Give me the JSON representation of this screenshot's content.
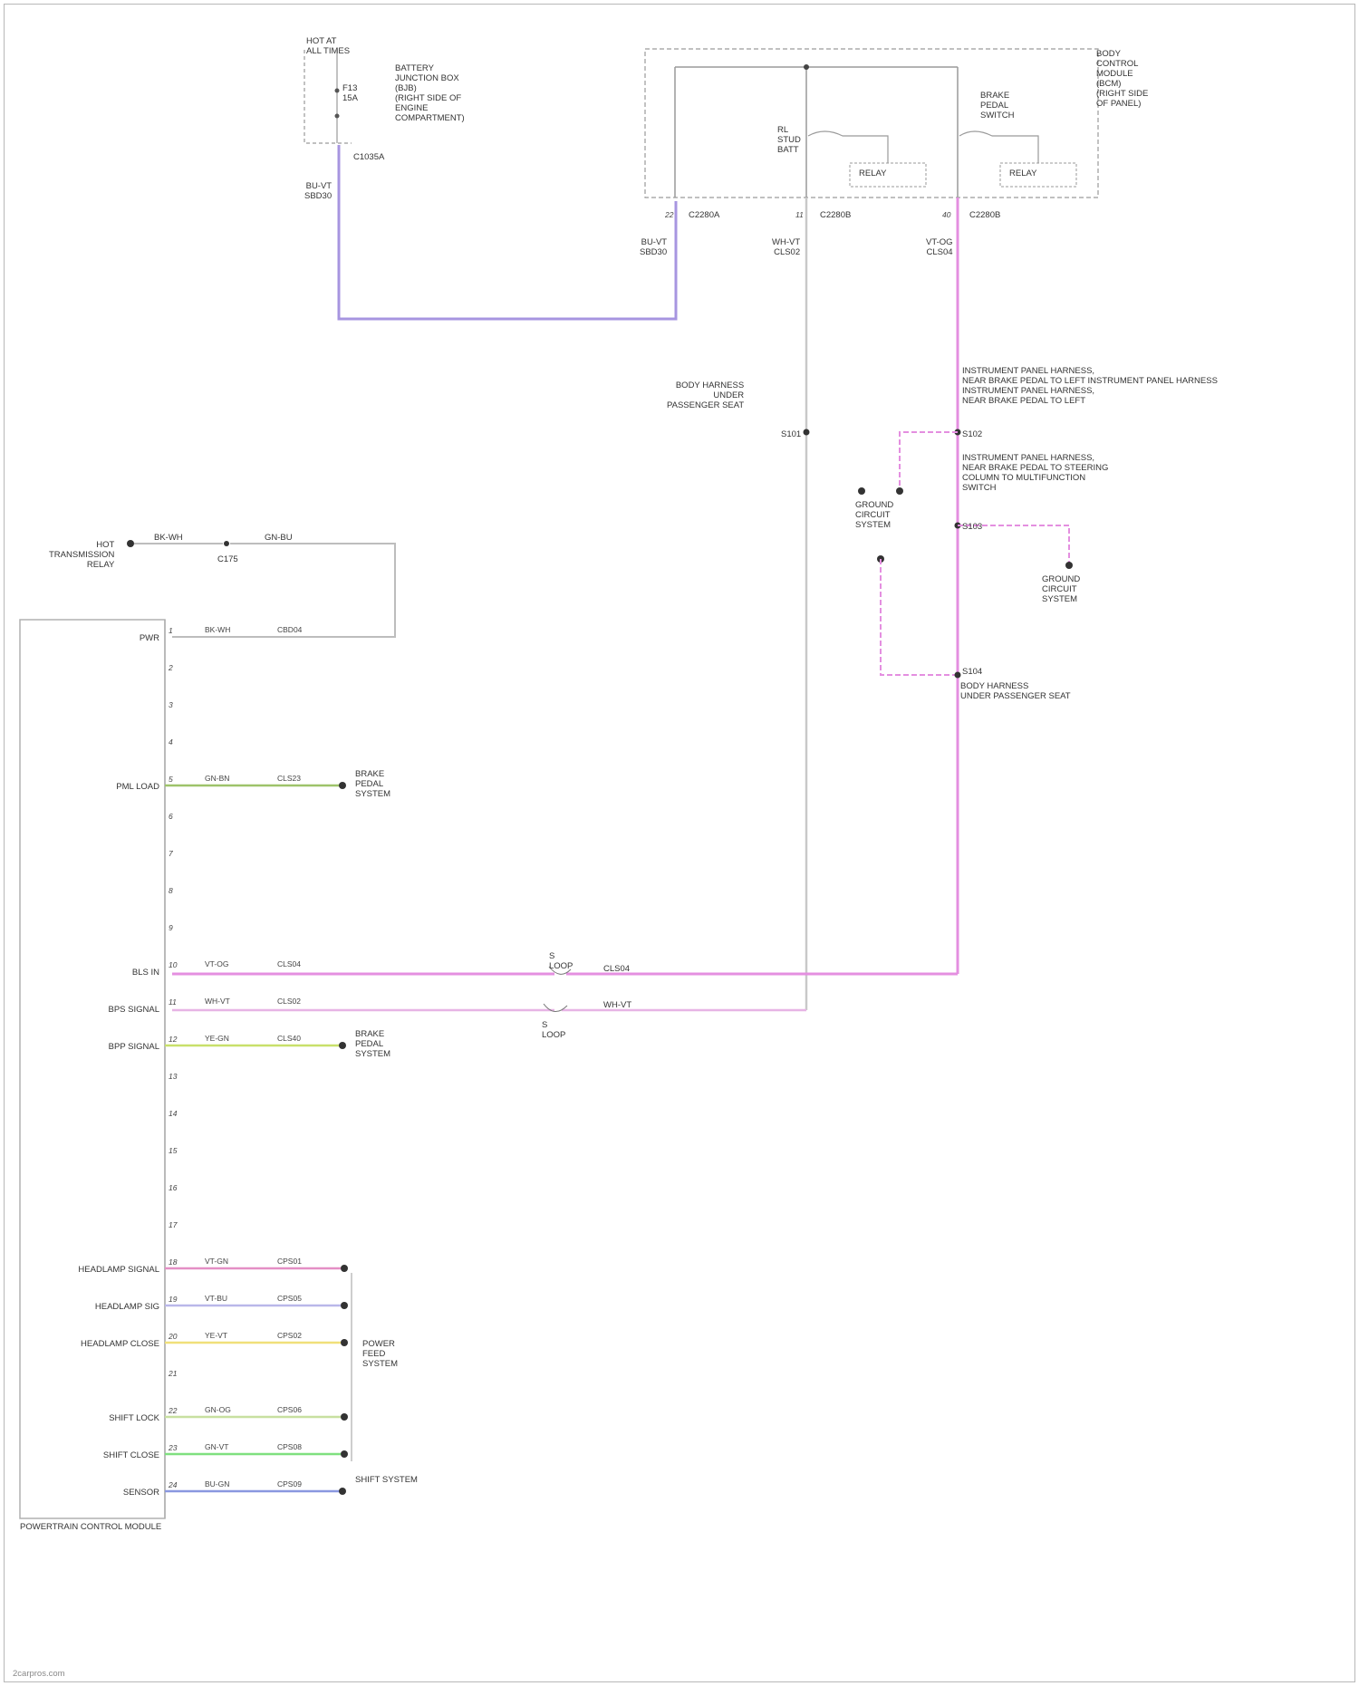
{
  "footer": {
    "watermark": "2carpros.com"
  },
  "module": {
    "name": "POWERTRAIN CONTROL MODULE"
  },
  "fuse_box": {
    "header": "HOT AT\nALL TIMES",
    "title": "BATTERY\nJUNCTION BOX\n(BJB)\n(RIGHT SIDE OF\nENGINE\nCOMPARTMENT)",
    "fuse": "F13\n15A",
    "connector": "C1035A"
  },
  "switch_module": {
    "title": "BODY\nCONTROL\nMODULE\n(BCM)\n(RIGHT SIDE\nOF PANEL)",
    "relay1": "RELAY",
    "relay2": "RELAY",
    "rel1_label": "RL\nSTUD\nBATT",
    "rel2_label": "BRAKE\nPEDAL\nSWITCH",
    "pins": [
      {
        "pin": "22",
        "conn": "C2280A"
      },
      {
        "pin": "11",
        "conn": "C2280B"
      },
      {
        "pin": "40",
        "conn": "C2280B"
      }
    ]
  },
  "wires": {
    "w_bjb": "BU-VT\nSBD30",
    "w_a": "BU-VT\nSBD30",
    "w_b": "WH-VT\nCLS02",
    "w_c": "VT-OG\nCLS04",
    "splice_note1": "BODY HARNESS\nUNDER\nPASSENGER SEAT",
    "splice_note2": "INSTRUMENT PANEL HARNESS,\nNEAR BRAKE PEDAL TO LEFT INSTRUMENT PANEL HARNESS\nINSTRUMENT PANEL HARNESS,\nNEAR BRAKE PEDAL TO LEFT",
    "splice_note3": "INSTRUMENT PANEL HARNESS,\nNEAR BRAKE PEDAL TO STEERING\nCOLUMN TO MULTIFUNCTION\nSWITCH",
    "splice_note4": "BODY HARNESS\nUNDER PASSENGER SEAT",
    "ground_a": "GROUND\nCIRCUIT\nSYSTEM",
    "ground_b": "GROUND\nCIRCUIT\nSYSTEM",
    "s_a": "S101",
    "s_b": "S102",
    "s_c": "S103",
    "s_d": "S104"
  },
  "pwr_feed": {
    "source": "HOT\nTRANSMISSION\nRELAY",
    "w1": "BK-WH",
    "w2": "GN-BU",
    "conn": "C175"
  },
  "pins_left": [
    {
      "num": "1",
      "label": "PWR",
      "color": "BK-WH",
      "circuit": "CBD04",
      "target": "",
      "wire": "#bdbdbd"
    },
    {
      "num": "2",
      "label": "",
      "color": "",
      "circuit": "",
      "target": "",
      "wire": ""
    },
    {
      "num": "3",
      "label": "",
      "color": "",
      "circuit": "",
      "target": "",
      "wire": ""
    },
    {
      "num": "4",
      "label": "",
      "color": "",
      "circuit": "",
      "target": "",
      "wire": ""
    },
    {
      "num": "5",
      "label": "PML LOAD",
      "color": "GN-BN",
      "circuit": "CLS23",
      "target": "BRAKE\nPEDAL\nSYSTEM",
      "wire": "#9ec36a"
    },
    {
      "num": "6",
      "label": "",
      "color": "",
      "circuit": "",
      "target": "",
      "wire": ""
    },
    {
      "num": "7",
      "label": "",
      "color": "",
      "circuit": "",
      "target": "",
      "wire": ""
    },
    {
      "num": "8",
      "label": "",
      "color": "",
      "circuit": "",
      "target": "",
      "wire": ""
    },
    {
      "num": "9",
      "label": "",
      "color": "",
      "circuit": "",
      "target": "",
      "wire": ""
    },
    {
      "num": "10",
      "label": "BLS IN",
      "color": "VT-OG",
      "circuit": "CLS04",
      "target": "",
      "wire": "#e48fe0"
    },
    {
      "num": "11",
      "label": "BPS SIGNAL",
      "color": "WH-VT",
      "circuit": "CLS02",
      "target": "",
      "wire": "#e7b4e5"
    },
    {
      "num": "12",
      "label": "BPP SIGNAL",
      "color": "YE-GN",
      "circuit": "CLS40",
      "target": "BRAKE\nPEDAL\nSYSTEM",
      "wire": "#c8e06a"
    },
    {
      "num": "13",
      "label": "",
      "color": "",
      "circuit": "",
      "target": "",
      "wire": ""
    },
    {
      "num": "14",
      "label": "",
      "color": "",
      "circuit": "",
      "target": "",
      "wire": ""
    },
    {
      "num": "15",
      "label": "",
      "color": "",
      "circuit": "",
      "target": "",
      "wire": ""
    },
    {
      "num": "16",
      "label": "",
      "color": "",
      "circuit": "",
      "target": "",
      "wire": ""
    },
    {
      "num": "17",
      "label": "",
      "color": "",
      "circuit": "",
      "target": "",
      "wire": ""
    },
    {
      "num": "18",
      "label": "HEADLAMP SIGNAL",
      "color": "VT-GN",
      "circuit": "CPS01",
      "target": "",
      "wire": "#e48fc5"
    },
    {
      "num": "19",
      "label": "HEADLAMP SIG",
      "color": "VT-BU",
      "circuit": "CPS05",
      "target": "",
      "wire": "#b9b7e9"
    },
    {
      "num": "20",
      "label": "HEADLAMP CLOSE",
      "color": "YE-VT",
      "circuit": "CPS02",
      "target": "",
      "wire": "#f0e07a"
    },
    {
      "num": "21",
      "label": "",
      "color": "",
      "circuit": "",
      "target": "",
      "wire": ""
    },
    {
      "num": "22",
      "label": "SHIFT LOCK",
      "color": "GN-OG",
      "circuit": "CPS06",
      "target": "",
      "wire": "#c8e0a0"
    },
    {
      "num": "23",
      "label": "SHIFT CLOSE",
      "color": "GN-VT",
      "circuit": "CPS08",
      "target": "",
      "wire": "#7fe07f"
    },
    {
      "num": "24",
      "label": "SENSOR",
      "color": "BU-GN",
      "circuit": "CPS09",
      "target": "SHIFT SYSTEM",
      "wire": "#8a97e0"
    }
  ],
  "power_group_target": "POWER\nFEED\nSYSTEM",
  "mid_labels": {
    "c_a": "S\nLOOP",
    "c_b": "S\nLOOP",
    "w_a_code": "CLS04",
    "w_b_code": "WH-VT"
  }
}
